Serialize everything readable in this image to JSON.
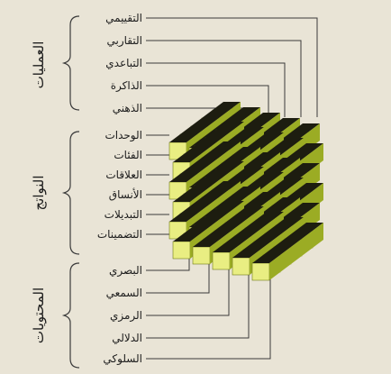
{
  "groups": {
    "operations": "العمليات",
    "products": "النواتج",
    "contents": "المحتويات"
  },
  "labels": {
    "operations": [
      "التقييمي",
      "التقاربي",
      "التباعدي",
      "الذاكرة",
      "الذهني"
    ],
    "products": [
      "الوحدات",
      "الفئات",
      "العلاقات",
      "الأنساق",
      "التبديلات",
      "التضمينات"
    ],
    "contents": [
      "البصري",
      "السمعي",
      "الرمزي",
      "الدلالي",
      "السلوكي"
    ]
  },
  "colors": {
    "background": "#e9e4d6",
    "cube_top": "#1d1d10",
    "cube_front": "#e9ee82",
    "cube_side": "#9bac24",
    "line": "#3a3a3a"
  }
}
